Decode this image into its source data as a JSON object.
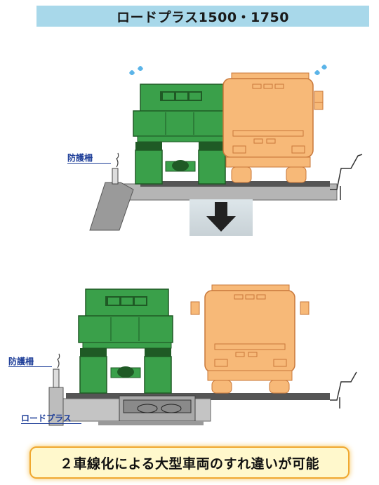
{
  "title": "ロードプラス1500・1750",
  "labels": {
    "guardrail_top": "防護柵",
    "guardrail_bottom": "防護柵",
    "road_plus": "ロードプラス"
  },
  "caption": "２車線化による大型車両のすれ違いが可能",
  "colors": {
    "title_bg": "#a8d8ea",
    "truck_green": "#3aa04a",
    "truck_orange": "#f7b978",
    "label_blue": "#1f3f99",
    "banner_border": "#f0a830",
    "banner_bg": "#fff8cc"
  }
}
